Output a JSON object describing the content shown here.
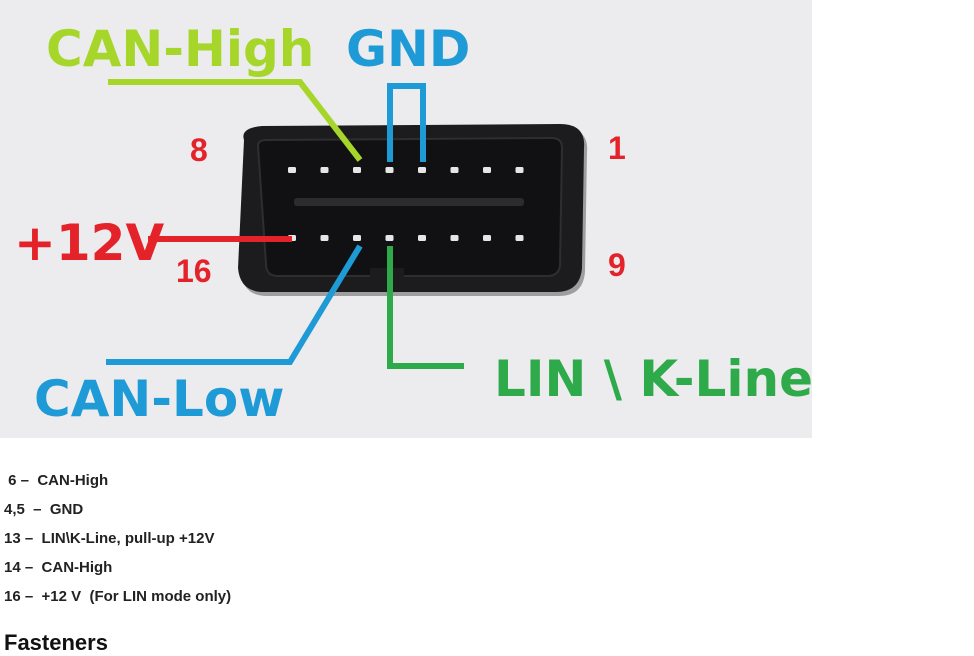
{
  "diagram": {
    "labels": {
      "can_high": "CAN-High",
      "gnd": "GND",
      "plus12v": "+12V",
      "can_low": "CAN-Low",
      "lin_kline": "LIN \\ K-Line"
    },
    "pin_numbers": {
      "top_left": "8",
      "top_right": "1",
      "bottom_left": "16",
      "bottom_right": "9"
    },
    "colors": {
      "can_high": "#a6d62a",
      "gnd": "#1e9ad6",
      "plus12v": "#e32229",
      "can_low": "#1e9ad6",
      "lin_kline": "#2eaa4a",
      "pin_number": "#e32229",
      "connector_body": "#1c1c1e",
      "background": "#ececee"
    }
  },
  "legend": [
    {
      "text": " 6 –  CAN-High"
    },
    {
      "text": "4,5  –  GND"
    },
    {
      "text": "13 –  LIN\\K-Line, pull-up +12V"
    },
    {
      "text": "14 –  CAN-High"
    },
    {
      "text": "16 –  +12 V  (For LIN mode only)"
    }
  ],
  "footer": {
    "heading": "Fasteners"
  }
}
